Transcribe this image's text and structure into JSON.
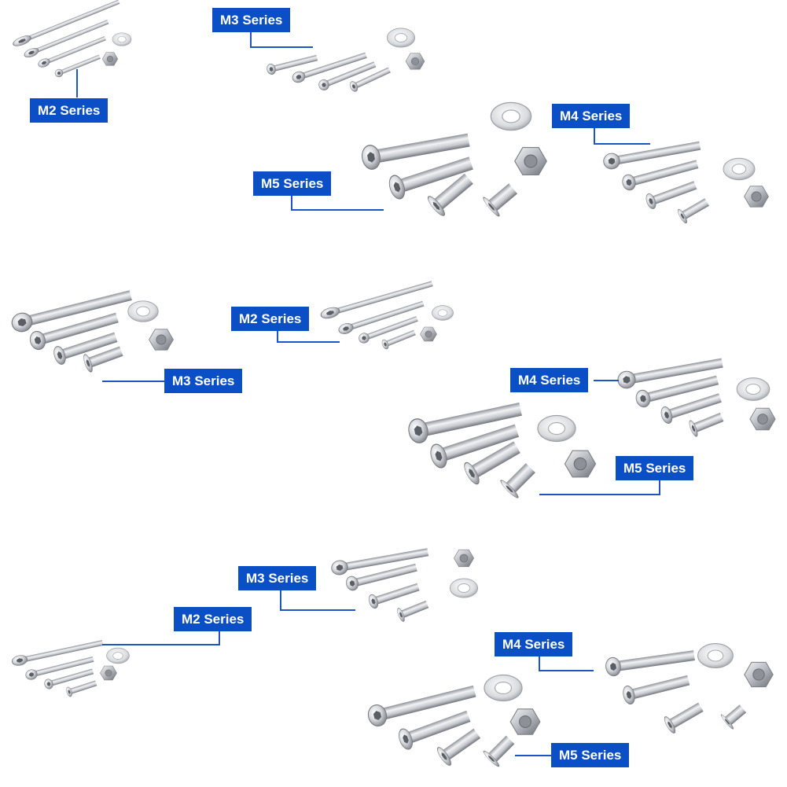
{
  "series_labels": {
    "m2": "M2 Series",
    "m3": "M3 Series",
    "m4": "M4 Series",
    "m5": "M5 Series"
  },
  "colors": {
    "label_bg": "#0b4fc6",
    "label_text": "#ffffff",
    "leader": "#1c56c4",
    "steel_light": "#f0f1f3",
    "steel_mid": "#b9bcc2",
    "steel_dark": "#5d6168"
  }
}
